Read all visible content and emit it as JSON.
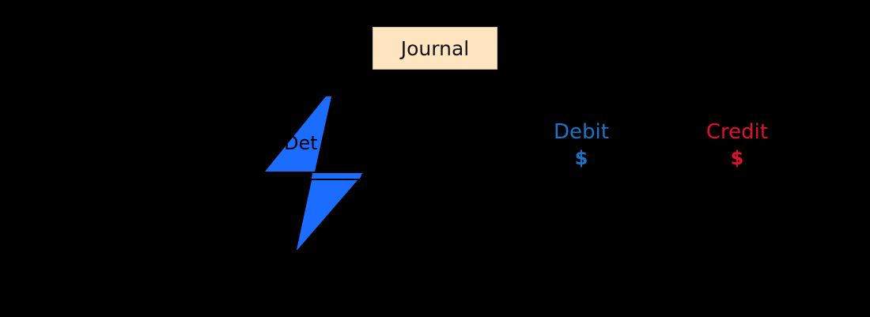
{
  "title": "Journal",
  "colors": {
    "background": "#000000",
    "title_box": "#ffe4c0",
    "bolt": "#1a6dff",
    "debit": "#1a75c8",
    "credit": "#e0102f"
  },
  "overlay_icon": "lightning-bolt-icon",
  "columns": [
    {
      "label": "Det",
      "unit": ""
    },
    {
      "label": "Debit",
      "unit": "$"
    },
    {
      "label": "Credit",
      "unit": "$"
    }
  ]
}
